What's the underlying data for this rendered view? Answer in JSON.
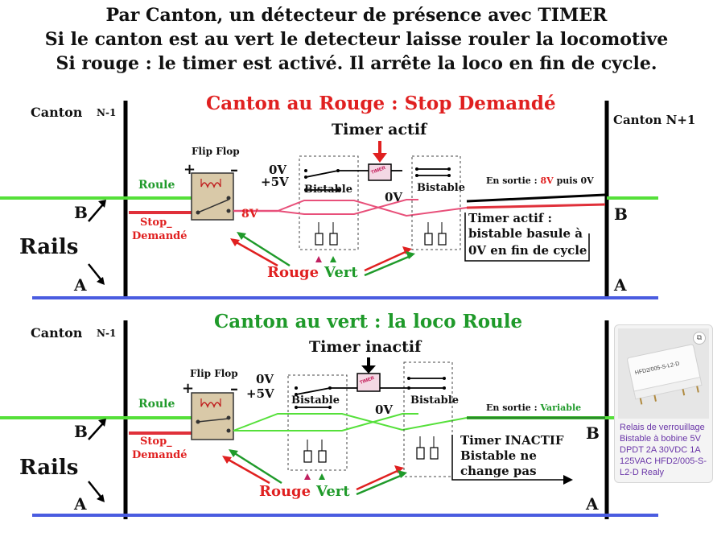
{
  "header": {
    "line1": "Par Canton, un détecteur de présence avec TIMER",
    "line2": "Si le canton est au vert le detecteur laisse rouler la locomotive",
    "line3": "Si rouge : le timer  est activé. Il arrête la loco en fin de cycle."
  },
  "colors": {
    "rail_green": "#55e03a",
    "rail_blue": "#4a5ce0",
    "wire_red": "#e0303a",
    "wire_pink": "#e8507a",
    "title_red": "#e02020",
    "title_green": "#1f9a2a",
    "flipflop_fill": "#d9c9a8",
    "timer_fill": "#f4d8e4"
  },
  "top": {
    "title": "Canton au Rouge : Stop Demandé",
    "timer_label": "Timer actif",
    "canton_left": "Canton",
    "canton_left_n": "N-1",
    "canton_right": "Canton N+1",
    "flipflop": "Flip Flop",
    "roule": "Roule",
    "stop": "Stop_",
    "demande": "Demandé",
    "rails": "Rails",
    "b": "B",
    "a": "A",
    "v8": "8V",
    "zero_v": "0V",
    "plus5v": "+5V",
    "bistable1": "Bistable",
    "bistable2": "Bistable",
    "zero_v2": "0V",
    "timer_box": "TIMER",
    "sortie_prefix": "En sortie :",
    "sortie_value": "8V",
    "sortie_suffix": "puis 0V",
    "note1": "Timer actif :",
    "note2": "bistable basule à",
    "note3": "0V en fin de cycle",
    "rouge": "Rouge",
    "vert": "Vert"
  },
  "bottom": {
    "title": "Canton au vert : la loco Roule",
    "timer_label": "Timer inactif",
    "canton_left": "Canton",
    "canton_left_n": "N-1",
    "flipflop": "Flip Flop",
    "roule": "Roule",
    "stop": "Stop_",
    "demande": "Demandé",
    "rails": "Rails",
    "b": "B",
    "a": "A",
    "zero_v": "0V",
    "plus5v": "+5V",
    "bistable1": "Bistable",
    "bistable2": "Bistable",
    "zero_v2": "0V",
    "timer_box": "TIMER",
    "sortie_prefix": "En sortie :",
    "sortie_value": "Variable",
    "note1": "Timer INACTIF",
    "note2": "Bistable ne",
    "note3": "change pas",
    "rouge": "Rouge",
    "vert": "Vert"
  },
  "relay_card": {
    "caption": "Relais de verrouillage Bistable à bobine 5V DPDT 2A 30VDC 1A 125VAC HFD2/005-S-L2-D Realy",
    "chip_text": "HFD2/005-S-L2-D"
  }
}
